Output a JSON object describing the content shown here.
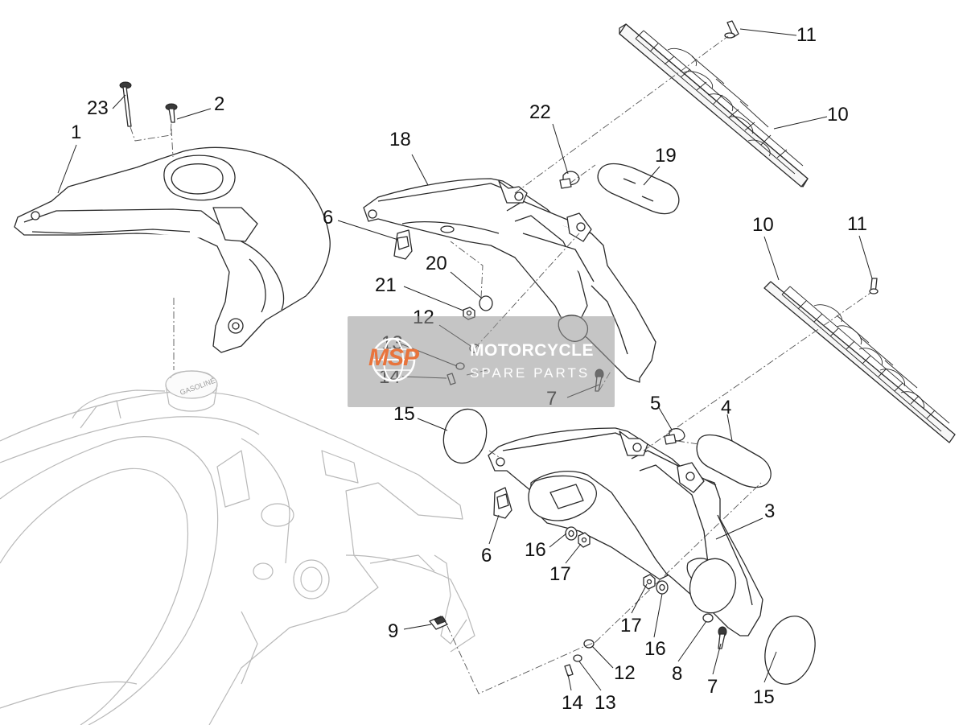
{
  "callouts": {
    "c1": "1",
    "c2": "2",
    "c23": "23",
    "c18": "18",
    "c22": "22",
    "c19": "19",
    "c11a": "11",
    "c10a": "10",
    "c10b": "10",
    "c11b": "11",
    "c6a": "6",
    "c20": "20",
    "c21": "21",
    "c12a": "12",
    "c13a": "13",
    "c14a": "14",
    "c7a": "7",
    "c15a": "15",
    "c5": "5",
    "c4": "4",
    "c3": "3",
    "c6b": "6",
    "c16a": "16",
    "c17a": "17",
    "c17b": "17",
    "c16b": "16",
    "c8": "8",
    "c7b": "7",
    "c15b": "15",
    "c9": "9",
    "c12b": "12",
    "c13b": "13",
    "c14b": "14"
  },
  "labels": {
    "gasoline": "GASOLINE"
  },
  "watermark": {
    "logo": "MSP",
    "title": "MOTORCYCLE",
    "subtitle": "SPARE PARTS"
  }
}
